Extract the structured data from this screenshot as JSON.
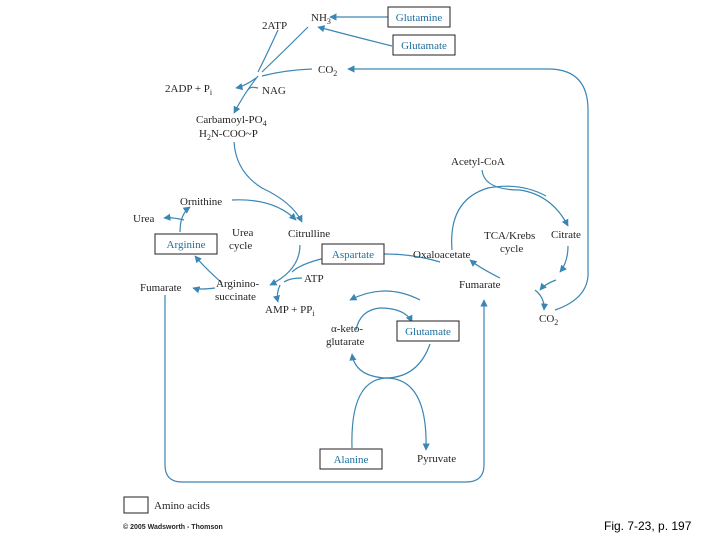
{
  "colors": {
    "arrow": "#3a86b4",
    "box_text": "#1f6f9f",
    "text": "#231f20",
    "background": "#ffffff"
  },
  "boxes": {
    "glutamine_top": "Glutamine",
    "glutamate_top": "Glutamate",
    "arginine": "Arginine",
    "aspartate": "Aspartate",
    "glutamate_mid": "Glutamate",
    "alanine": "Alanine"
  },
  "labels": {
    "two_atp": "2ATP",
    "nh3_main": "NH",
    "nh3_sub": "3",
    "co2_top_main": "CO",
    "co2_top_sub": "2",
    "two_adp_main": "2ADP + P",
    "two_adp_sub": "i",
    "nag": "NAG",
    "carbamoyl_main": "Carbamoyl-PO",
    "carbamoyl_sub": "4",
    "h2n_h": "H",
    "h2n_sub": "2",
    "h2n_rest": "N-COO~P",
    "ornithine": "Ornithine",
    "urea": "Urea",
    "urea_cycle_1": "Urea",
    "urea_cycle_2": "cycle",
    "citrulline": "Citrulline",
    "fumarate_left": "Fumarate",
    "argininosuccinate_1": "Arginino-",
    "argininosuccinate_2": "succinate",
    "atp": "ATP",
    "amp_main": "AMP + PP",
    "amp_sub": "i",
    "alpha_keto_1": "α-keto-",
    "alpha_keto_2": "glutarate",
    "oxaloacetate": "Oxaloacetate",
    "acetyl_coa": "Acetyl-CoA",
    "tca_1": "TCA/Krebs",
    "tca_2": "cycle",
    "citrate": "Citrate",
    "fumarate_right": "Fumarate",
    "co2_right_main": "CO",
    "co2_right_sub": "2",
    "pyruvate": "Pyruvate"
  },
  "legend": {
    "label": "Amino acids"
  },
  "footer": {
    "copyright": "© 2005 Wadsworth - Thomson",
    "caption": "Fig. 7-23, p. 197"
  }
}
